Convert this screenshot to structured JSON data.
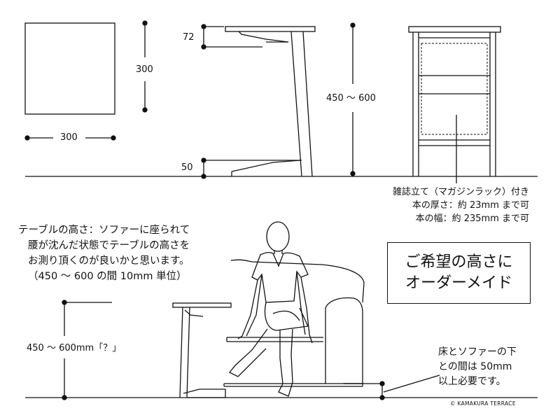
{
  "dimensions": {
    "top_width": "300",
    "top_depth": "300",
    "top_thickness": "72",
    "leg_height": "450 ～ 600",
    "base_thickness": "50"
  },
  "magazine_rack_note": [
    "雑誌立て（マガジンラック）付き",
    "本の厚さ：約 23mm まで可",
    "本の幅：約 235mm まで可"
  ],
  "height_note": [
    "テーブルの高さ：ソファーに座られて",
    "腰が沈んだ状態でテーブルの高さを",
    "お測り頂くのが良いかと思います。",
    "（450 ～ 600 の間 10mm 単位）"
  ],
  "order_box": [
    "ご希望の高さに",
    "オーダーメイド"
  ],
  "height_question": "450 ～ 600mm「？」",
  "clearance_note": [
    "床とソファーの下",
    "との間は 50mm",
    "以上必要です。"
  ],
  "copyright": "KAMAKURA TERRACE",
  "colors": {
    "line": "#111111",
    "background": "#ffffff"
  }
}
